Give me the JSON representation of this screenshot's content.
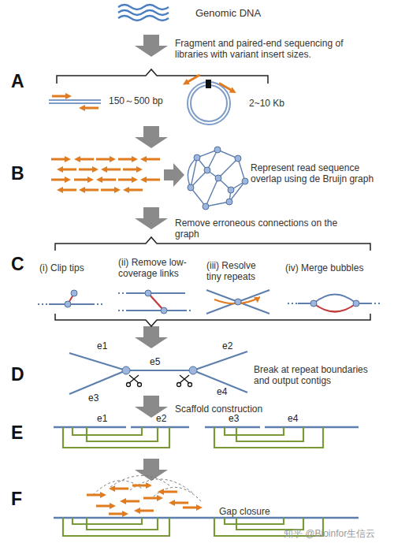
{
  "diagram": {
    "labels": [
      "Genomic DNA",
      "Fragment and paired-end sequencing of libraries with variant insert sizes.",
      "A",
      "150～500 bp",
      "2~10 Kb",
      "B",
      "Represent read sequence overlap using de Bruijn graph",
      "Remove erroneous connections on the graph",
      "C",
      "(i) Clip tips",
      "(ii) Remove low-coverage links",
      "(iii) Resolve tiny repeats",
      "(iv) Merge bubbles",
      "D",
      "e1",
      "e2",
      "e5",
      "e3",
      "e4",
      "Break at repeat boundaries and output contigs",
      "Scaffold construction",
      "E",
      "e1",
      "e2",
      "e3",
      "e4",
      "F",
      "Gap closure",
      "知乎 @Bioinfor生信云"
    ]
  }
}
